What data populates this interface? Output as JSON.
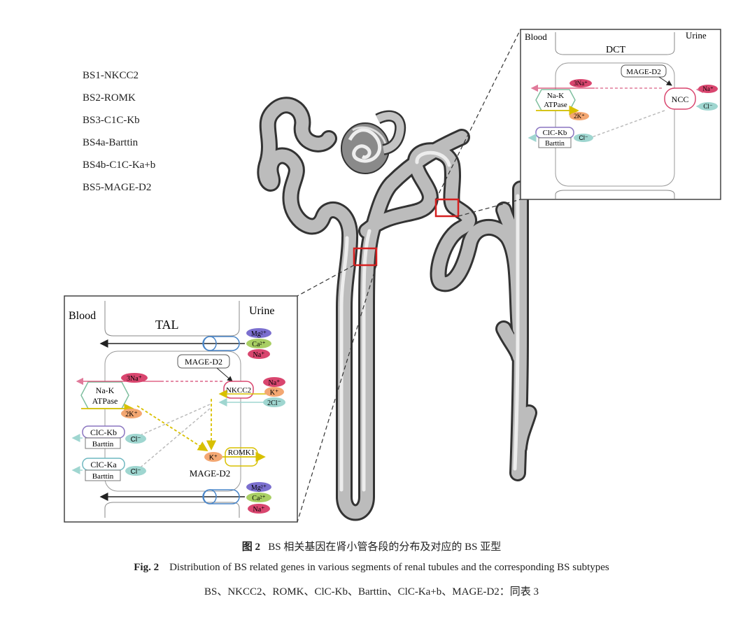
{
  "legend": [
    "BS1-NKCC2",
    "BS2-ROMK",
    "BS3-C1C-Kb",
    "BS4a-Barttin",
    "BS4b-C1C-Ka+b",
    "BS5-MAGE-D2"
  ],
  "tal_panel": {
    "blood": "Blood",
    "urine": "Urine",
    "segment": "TAL",
    "mage_top": "MAGE-D2",
    "mage_bottom": "MAGE-D2",
    "pump_label_1": "Na-K",
    "pump_label_2": "ATPase",
    "na3": "3Na⁺",
    "k2": "2K⁺",
    "nkcc2": "NKCC2",
    "na": "Na⁺",
    "k": "K⁺",
    "cl2": "2Cl⁻",
    "clckb": "ClC-Kb",
    "clcka": "ClC-Ka",
    "barttin": "Barttin",
    "cl": "Cl⁻",
    "k_cell": "K⁺",
    "romk": "ROMK1",
    "mg": "Mg²⁺",
    "ca": "Ca²⁺"
  },
  "dct_panel": {
    "blood": "Blood",
    "urine": "Urine",
    "segment": "DCT",
    "mage": "MAGE-D2",
    "pump_label_1": "Na-K",
    "pump_label_2": "ATPase",
    "na3": "3Na⁺",
    "k2": "2K⁺",
    "ncc": "NCC",
    "na": "Na⁺",
    "cl": "Cl⁻",
    "clckb": "ClC-Kb",
    "barttin": "Barttin"
  },
  "colors": {
    "na": "#d9466f",
    "k": "#f3a772",
    "cl": "#9fd6d0",
    "mg": "#7b6fcf",
    "ca": "#a9cf64",
    "highlight": "#d62020"
  },
  "caption": {
    "cn_label": "图 2",
    "cn_text": "BS 相关基因在肾小管各段的分布及对应的 BS 亚型",
    "en_label": "Fig. 2",
    "en_text": "Distribution of BS related genes in various segments of renal tubules and the corresponding BS subtypes",
    "note": "BS、NKCC2、ROMK、ClC-Kb、Barttin、ClC-Ka+b、MAGE-D2：同表 3"
  }
}
